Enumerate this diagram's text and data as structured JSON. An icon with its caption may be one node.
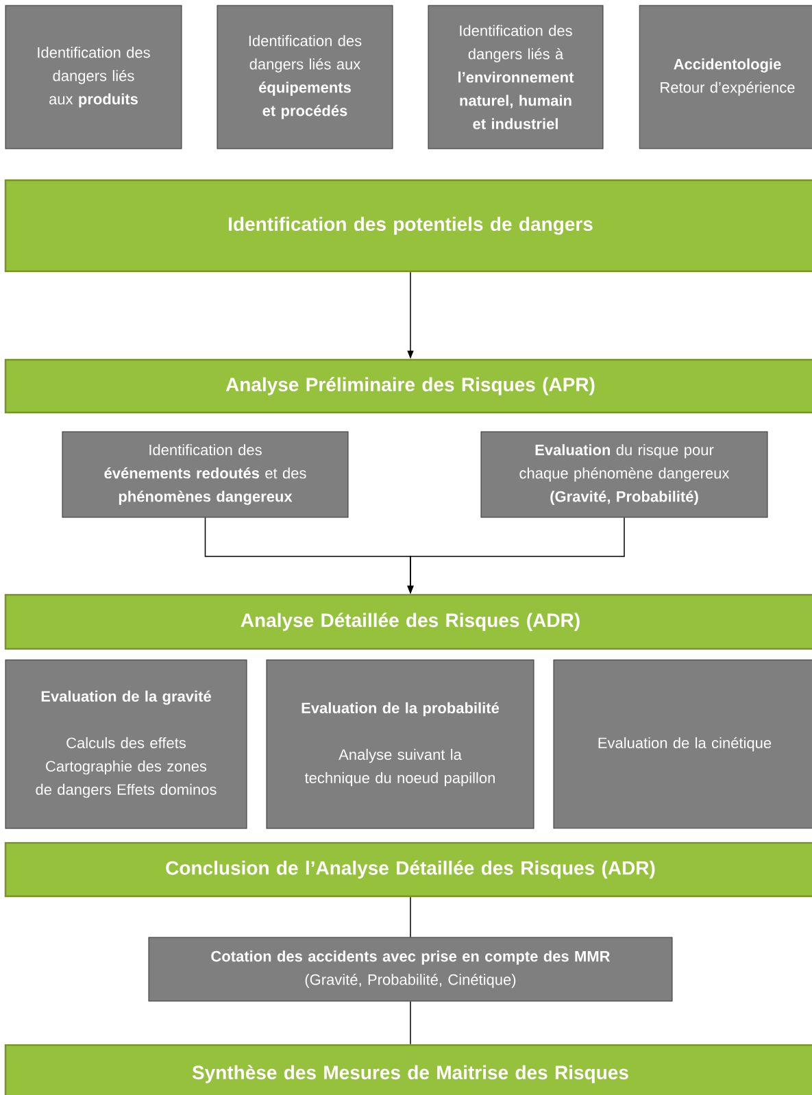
{
  "diagram": {
    "nodes": [
      {
        "text": [
          "Identification des dangers liés aux **produits**"
        ]
      },
      {
        "text": [
          "Identification des dangers liés aux **équipements et procédés**"
        ]
      },
      {
        "text": [
          "Identification des dangers liés à **l’environnement naturel, humain et industriel**"
        ]
      },
      {
        "text": [
          "Accidentologie",
          "Retour d’expérience"
        ]
      },
      {
        "text": [
          "Identification des potentiels de dangers"
        ]
      },
      {
        "text": [
          "Analyse Préliminaire des Risques (APR)"
        ]
      },
      {
        "text": [
          "Identification des **événements redoutés** et des **phénomènes dangereux**"
        ]
      },
      {
        "text": [
          "**Evaluation** du risque pour chaque phénomène dangereux **(Gravité, Probabilité)**"
        ]
      },
      {
        "text": [
          "Analyse Détaillée des Risques (ADR)"
        ]
      },
      {
        "text": [
          "Evaluation de la gravité",
          "Calculs des effets Cartographie des zones de dangers Effets dominos"
        ]
      },
      {
        "text": [
          "Evaluation de la probabilité",
          "Analyse suivant la technique du noeud papillon"
        ]
      },
      {
        "text": [
          "Evaluation de la cinétique"
        ]
      },
      {
        "text": [
          "Conclusion de l’Analyse Détaillée des Risques (ADR)"
        ]
      },
      {
        "text": [
          "Cotation des accidents avec prise en compte des MMR",
          "(Gravité, Probabilité, Cinétique)"
        ]
      },
      {
        "text": [
          "Synthèse des Mesures de Maitrise des Risques"
        ]
      }
    ],
    "edges": [
      {
        "from": 4,
        "to": 5,
        "arrow": "to"
      },
      {
        "from": 6,
        "to": 8,
        "arrow": "to"
      },
      {
        "from": 7,
        "to": 8,
        "arrow": "to"
      },
      {
        "from": 12,
        "to": 13,
        "arrow": "none"
      },
      {
        "from": 13,
        "to": 14,
        "arrow": "none"
      }
    ]
  }
}
